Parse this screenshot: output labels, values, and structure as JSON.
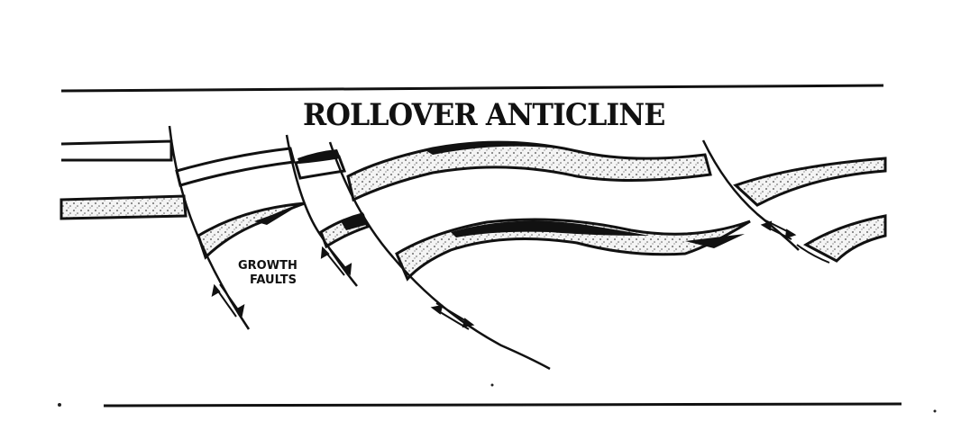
{
  "diagram": {
    "title": "ROLLOVER ANTICLINE",
    "label_line1": "GROWTH",
    "label_line2": "FAULTS"
  }
}
